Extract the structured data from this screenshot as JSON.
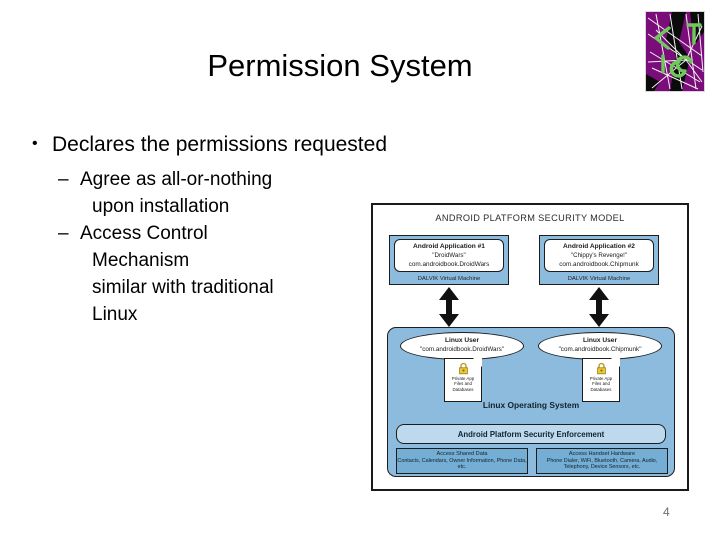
{
  "slide": {
    "title": "Permission System",
    "number": "4"
  },
  "logo": {
    "name": "LIST logo",
    "letters": "LIST",
    "background_color": "#7a0d7a",
    "letter_color": "#6ec85a",
    "web_color": "#ffffff",
    "shadow_color": "#000000"
  },
  "body": {
    "bullet_mark": "•",
    "dash_mark": "–",
    "level1": "Declares the permissions requested",
    "points": [
      {
        "dash": "Agree as all-or-nothing",
        "cont": [
          "upon installation"
        ]
      },
      {
        "dash": "Access Control",
        "cont": [
          "Mechanism",
          "similar with traditional",
          "Linux"
        ]
      }
    ]
  },
  "diagram": {
    "title": "ANDROID PLATFORM SECURITY MODEL",
    "apps": [
      {
        "name": "Android Application #1",
        "alias": "\"DroidWars\"",
        "package": "com.androidbook.DroidWars",
        "vm": "DALVIK Virtual Machine"
      },
      {
        "name": "Android Application #2",
        "alias": "\"Chippy's Revenge!\"",
        "package": "com.androidbook.Chipmunk",
        "vm": "DALVIK Virtual Machine"
      }
    ],
    "linux_users": [
      {
        "title": "Linux User",
        "package": "\"com.androidbook.DroidWars\""
      },
      {
        "title": "Linux User",
        "package": "\"com.androidbook.Chipmunk\""
      }
    ],
    "private_files": [
      {
        "label": "Private App Files and Databases"
      },
      {
        "label": "Private App Files and Databases"
      }
    ],
    "os_label": "Linux Operating System",
    "enforcement": "Android Platform Security Enforcement",
    "access": [
      {
        "title": "Access Shared Data",
        "detail": "Contacts, Calendars, Owner Information, Phone Data, etc."
      },
      {
        "title": "Access Handset Hardware",
        "detail": "Phone Dialer, WiFi, Bluetooth, Camera, Audio, Telephony, Device Sensors, etc."
      }
    ],
    "colors": {
      "app_fill": "#8dbbdd",
      "os_fill": "#8dbbdd",
      "enforcement_fill": "#bcd9ee",
      "access_fill": "#74aed4",
      "outline": "#1d1d1d"
    }
  }
}
